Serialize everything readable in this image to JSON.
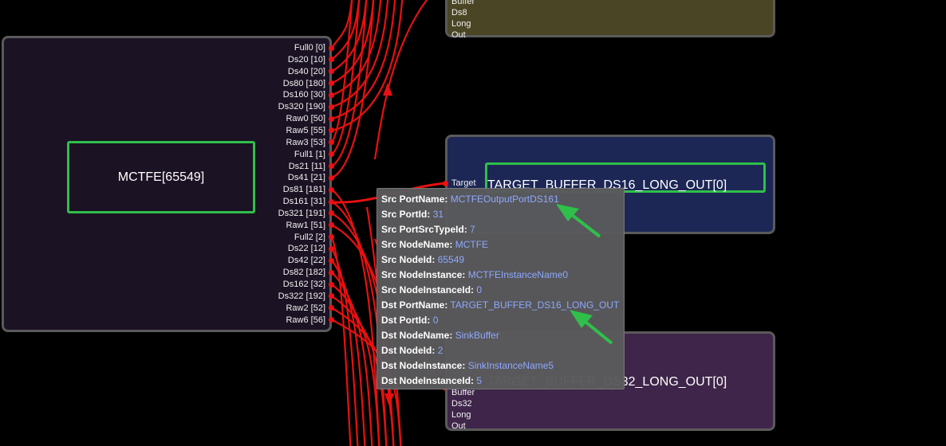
{
  "canvas": {
    "colors": {
      "background": "#000000",
      "wire": "#e81010",
      "port": "#e01010",
      "selection": "#2fbf4a",
      "arrow": "#2fbf4a"
    }
  },
  "nodes": {
    "mctfe": {
      "label": "MCTFE[65549]",
      "ports": [
        "Full0 [0]",
        "Ds20 [10]",
        "Ds40 [20]",
        "Ds80 [180]",
        "Ds160 [30]",
        "Ds320 [190]",
        "Raw0 [50]",
        "Raw5 [55]",
        "Raw3 [53]",
        "Full1 [1]",
        "Ds21 [11]",
        "Ds41 [21]",
        "Ds81 [181]",
        "Ds161 [31]",
        "Ds321 [191]",
        "Raw1 [51]",
        "Full2 [2]",
        "Ds22 [12]",
        "Ds42 [22]",
        "Ds82 [182]",
        "Ds162 [32]",
        "Ds322 [192]",
        "Raw2 [52]",
        "Raw6 [56]"
      ]
    },
    "ds8": {
      "lines": [
        "Buffer",
        "Ds8",
        "Long",
        "Out"
      ]
    },
    "ds16": {
      "title": "TARGET_BUFFER_DS16_LONG_OUT[0]",
      "port_label": "Target"
    },
    "ds32": {
      "title": "TARGET_BUFFER_DS32_LONG_OUT[0]",
      "lines": [
        "Buffer",
        "Ds32",
        "Long",
        "Out"
      ]
    }
  },
  "tooltip": {
    "rows": [
      {
        "key": "Src PortName:",
        "value": "MCTFEOutputPortDS161"
      },
      {
        "key": "Src PortId:",
        "value": "31"
      },
      {
        "key": "Src PortSrcTypeId:",
        "value": "7"
      },
      {
        "key": "Src NodeName:",
        "value": "MCTFE"
      },
      {
        "key": "Src NodeId:",
        "value": "65549"
      },
      {
        "key": "Src NodeInstance:",
        "value": "MCTFEInstanceName0"
      },
      {
        "key": "Src NodeInstanceId:",
        "value": "0"
      },
      {
        "key": "Dst PortName:",
        "value": "TARGET_BUFFER_DS16_LONG_OUT"
      },
      {
        "key": "Dst PortId:",
        "value": "0"
      },
      {
        "key": "Dst NodeName:",
        "value": "SinkBuffer"
      },
      {
        "key": "Dst NodeId:",
        "value": "2"
      },
      {
        "key": "Dst NodeInstance:",
        "value": "SinkInstanceName5"
      },
      {
        "key": "Dst NodeInstanceId:",
        "value": "5"
      }
    ]
  }
}
